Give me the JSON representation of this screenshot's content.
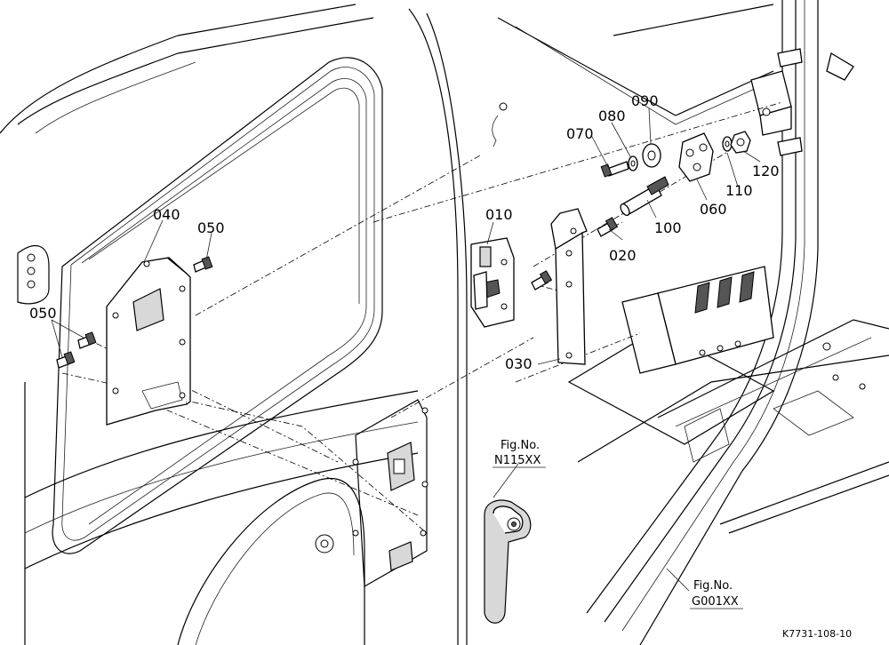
{
  "diagram": {
    "part_labels": {
      "p010": "010",
      "p020": "020",
      "p030": "030",
      "p040": "040",
      "p050a": "050",
      "p050b": "050",
      "p060": "060",
      "p070": "070",
      "p080": "080",
      "p090": "090",
      "p100": "100",
      "p110": "110",
      "p120": "120"
    },
    "figure_refs": {
      "handle_ref_title": "Fig.No.",
      "handle_ref_code": "N115XX",
      "frame_ref_title": "Fig.No.",
      "frame_ref_code": "G001XX"
    },
    "drawing_code": "K7731-108-10"
  }
}
